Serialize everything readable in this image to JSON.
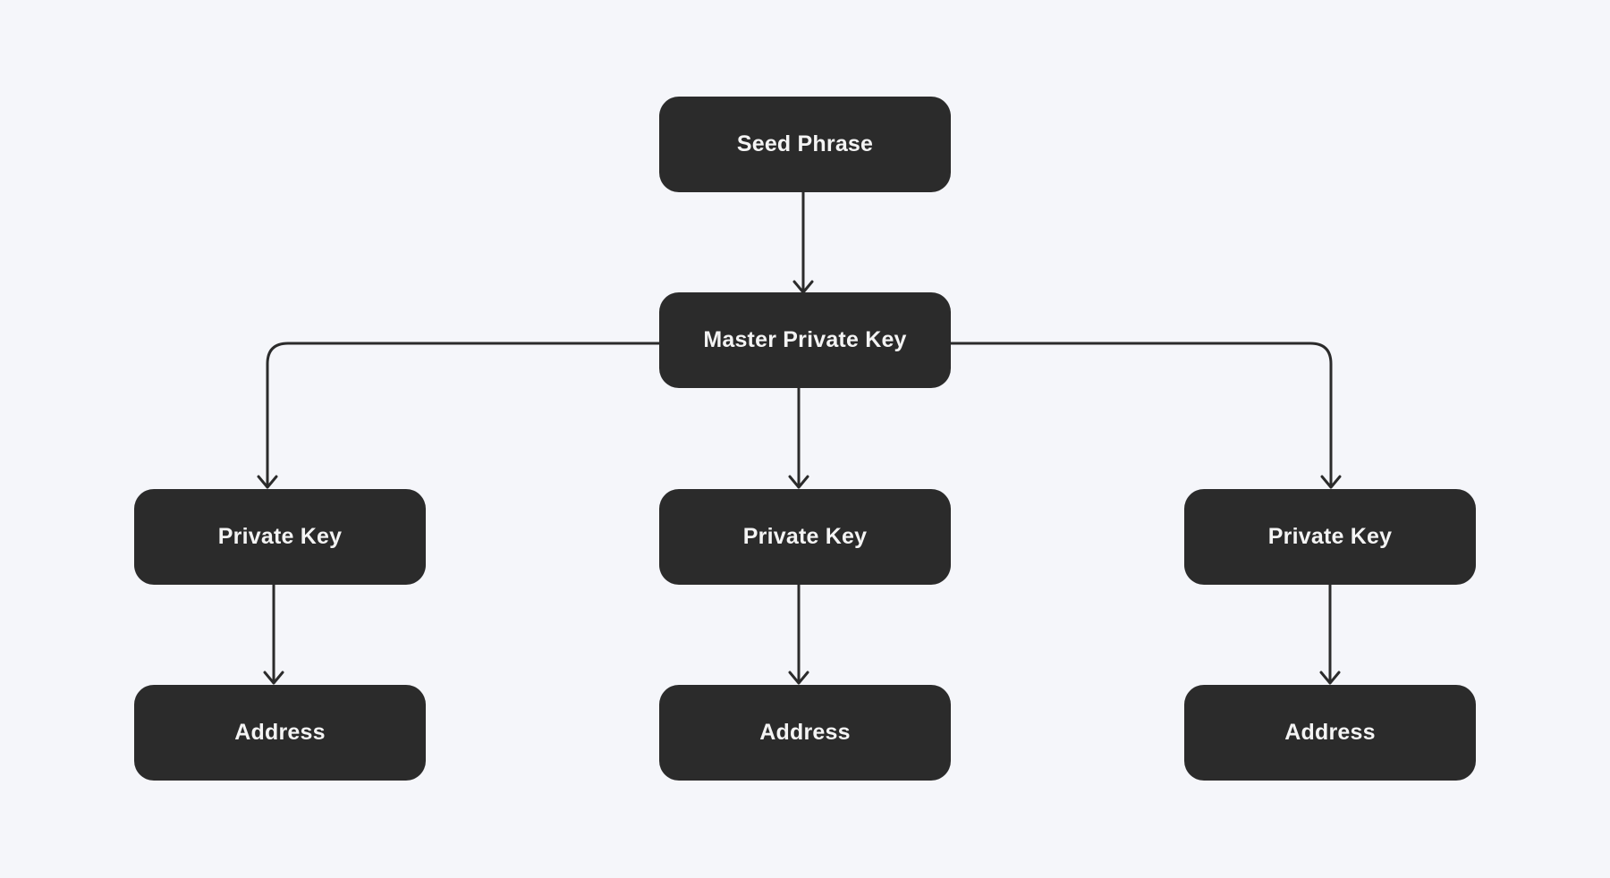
{
  "colors": {
    "background": "#f5f6fa",
    "node_fill": "#2b2b2b",
    "node_text": "#f4f4f4",
    "edge": "#2b2b2b"
  },
  "nodes": {
    "seed_phrase": "Seed Phrase",
    "master_private_key": "Master Private Key",
    "private_key_left": "Private Key",
    "private_key_center": "Private Key",
    "private_key_right": "Private Key",
    "address_left": "Address",
    "address_center": "Address",
    "address_right": "Address"
  },
  "edges": [
    {
      "from": "seed_phrase",
      "to": "master_private_key"
    },
    {
      "from": "master_private_key",
      "to": "private_key_left"
    },
    {
      "from": "master_private_key",
      "to": "private_key_center"
    },
    {
      "from": "master_private_key",
      "to": "private_key_right"
    },
    {
      "from": "private_key_left",
      "to": "address_left"
    },
    {
      "from": "private_key_center",
      "to": "address_center"
    },
    {
      "from": "private_key_right",
      "to": "address_right"
    }
  ]
}
